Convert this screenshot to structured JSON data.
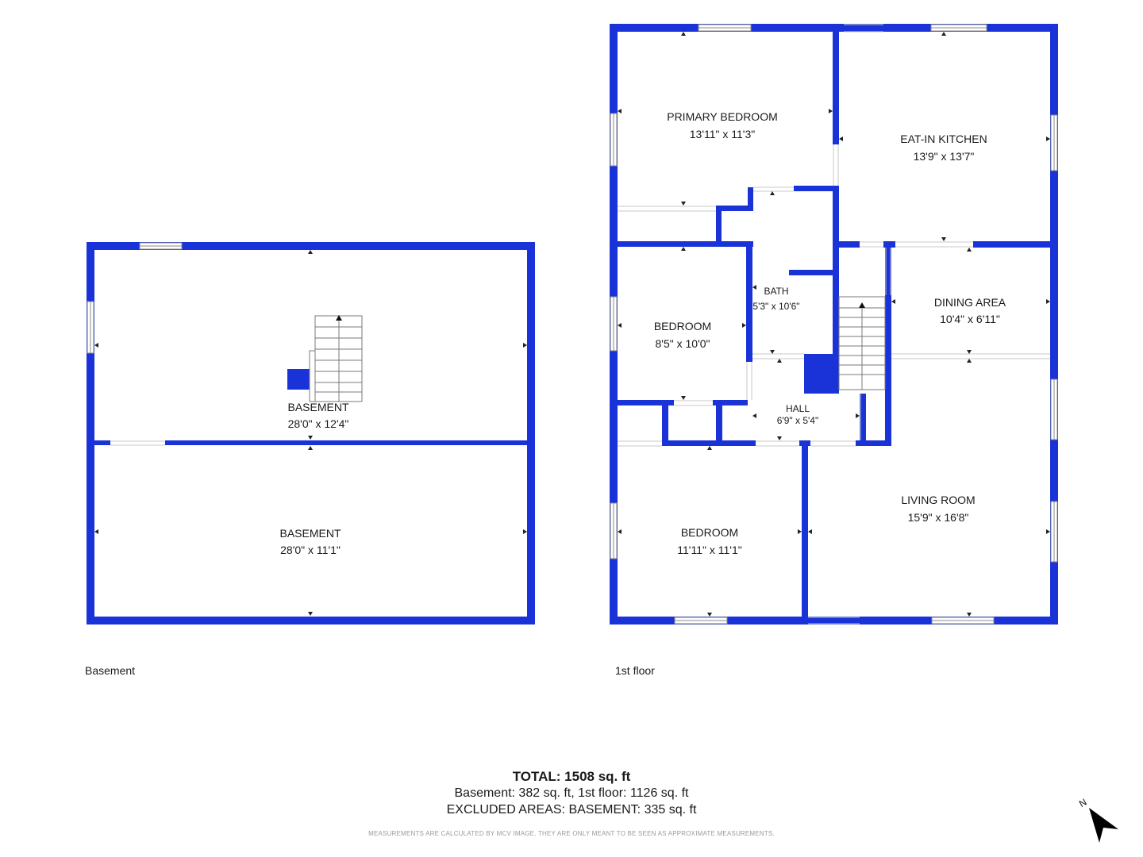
{
  "colors": {
    "wall": "#1a33d9",
    "window_fill": "#ffffff",
    "window_stroke": "#8a8a8a",
    "text": "#1a1a1a"
  },
  "basement": {
    "floor_label": "Basement",
    "rooms": [
      {
        "name": "BASEMENT",
        "dims": "28'0\" x 12'4\""
      },
      {
        "name": "BASEMENT",
        "dims": "28'0\" x 11'1\""
      }
    ]
  },
  "first_floor": {
    "floor_label": "1st floor",
    "rooms": [
      {
        "name": "PRIMARY BEDROOM",
        "dims": "13'11\" x 11'3\""
      },
      {
        "name": "EAT-IN KITCHEN",
        "dims": "13'9\" x 13'7\""
      },
      {
        "name": "BATH",
        "dims": "5'3\" x 10'6\""
      },
      {
        "name": "BEDROOM",
        "dims": "8'5\" x 10'0\""
      },
      {
        "name": "DINING AREA",
        "dims": "10'4\" x 6'11\""
      },
      {
        "name": "HALL",
        "dims": "6'9\" x 5'4\""
      },
      {
        "name": "BEDROOM",
        "dims": "11'11\" x 11'1\""
      },
      {
        "name": "LIVING ROOM",
        "dims": "15'9\" x 16'8\""
      }
    ]
  },
  "summary": {
    "total": "TOTAL: 1508 sq. ft",
    "breakdown": "Basement: 382 sq. ft, 1st floor: 1126 sq. ft",
    "excluded": "EXCLUDED AREAS: BASEMENT: 335 sq. ft",
    "disclaimer": "MEASUREMENTS ARE CALCULATED BY MCV IMAGE. THEY ARE ONLY MEANT TO BE SEEN AS APPROXIMATE MEASUREMENTS."
  },
  "compass": {
    "label": "N",
    "icon": "north-arrow-icon"
  }
}
